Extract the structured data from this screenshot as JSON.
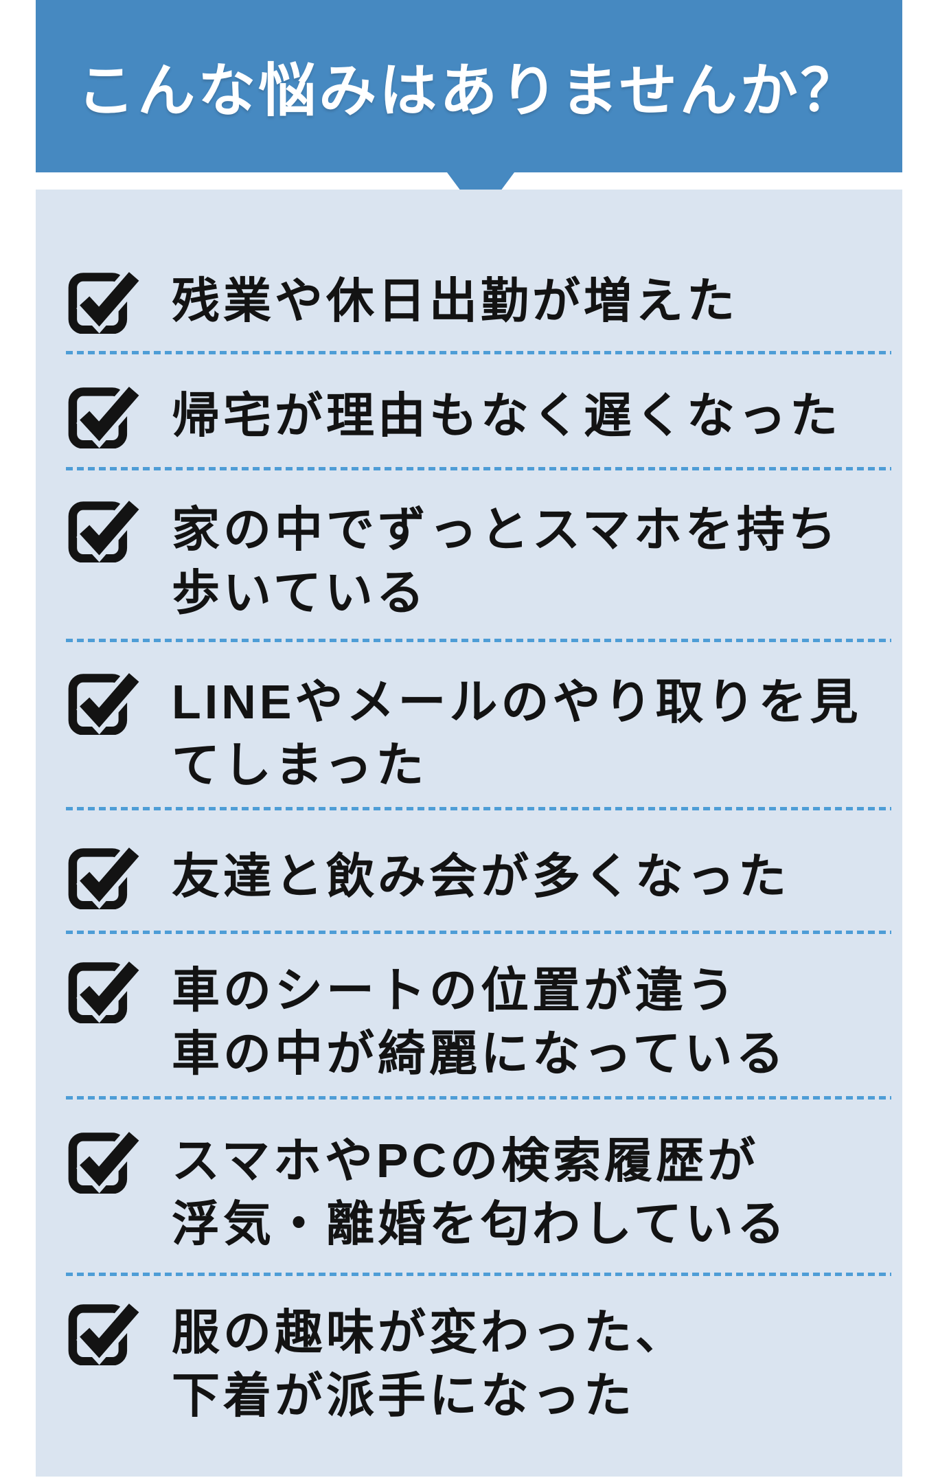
{
  "header": {
    "title": "こんな悩みはありませんか？"
  },
  "colors": {
    "header_bg": "#4689c1",
    "panel_bg": "#dae4f0",
    "divider_blue": "#4e9dd6",
    "text_black": "#131313",
    "page_bg": "#ffffff"
  },
  "checklist": {
    "icon_name": "checked-checkbox-icon",
    "items": [
      {
        "lines": [
          "残業や休日出勤が増えた"
        ]
      },
      {
        "lines": [
          "帰宅が理由もなく遅くなった"
        ]
      },
      {
        "lines": [
          "家の中でずっとスマホを持ち",
          "歩いている"
        ]
      },
      {
        "lines": [
          "LINEやメールのやり取りを見",
          "てしまった"
        ]
      },
      {
        "lines": [
          "友達と飲み会が多くなった"
        ]
      },
      {
        "lines": [
          "車のシートの位置が違う",
          "車の中が綺麗になっている"
        ]
      },
      {
        "lines": [
          "スマホやPCの検索履歴が",
          "浮気・離婚を匂わしている"
        ]
      },
      {
        "lines": [
          "服の趣味が変わった、",
          "下着が派手になった"
        ]
      }
    ]
  }
}
